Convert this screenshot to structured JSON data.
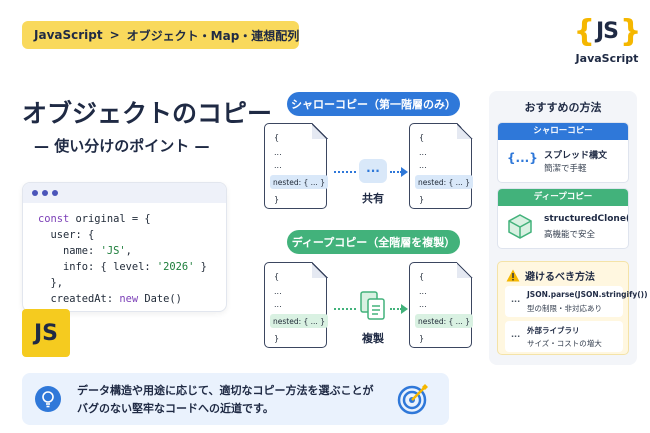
{
  "breadcrumb": {
    "root": "JavaScript",
    "separator": ">",
    "current": "オブジェクト・Map・連想配列"
  },
  "logo": {
    "glyph": "JS",
    "label": "JavaScript"
  },
  "title": "オブジェクトのコピー",
  "subtitle": "— 使い分けのポイント —",
  "code": {
    "lines": [
      {
        "kw": "const",
        "rest": " original = {"
      },
      {
        "text": "  user: {"
      },
      {
        "pre": "    name: ",
        "str": "'JS'",
        "post": ","
      },
      {
        "pre": "    info: { level: ",
        "str": "'2026'",
        "post": " }"
      },
      {
        "text": "  },"
      },
      {
        "pre": "  createdAt: ",
        "kw2": "new",
        "post2": " Date()"
      }
    ]
  },
  "js_badge": "JS",
  "shallow": {
    "label": "シャローコピー（第一階層のみ）",
    "doc_lines": [
      "{",
      "...",
      "..."
    ],
    "nested": "nested: { ... }",
    "close": "}",
    "share_icon": "...",
    "relation": "共有"
  },
  "deep": {
    "label": "ディープコピー（全階層を複製）",
    "doc_lines": [
      "{",
      "...",
      "..."
    ],
    "nested": "nested: { ... }",
    "close": "}",
    "relation": "複製"
  },
  "recommend": {
    "heading": "おすすめの方法",
    "shallow_card": {
      "header": "シャローコピー",
      "icon_text": "{...}",
      "title": "スプレッド構文",
      "desc": "簡潔で手軽"
    },
    "deep_card": {
      "header": "ディープコピー",
      "title": "structuredClone()",
      "desc": "高機能で安全"
    }
  },
  "avoid": {
    "heading": "避けるべき方法",
    "items": [
      {
        "bullet": "...",
        "title": "JSON.parse(JSON.stringify())",
        "desc": "型の制限・非対応あり"
      },
      {
        "bullet": "...",
        "title": "外部ライブラリ",
        "desc": "サイズ・コストの増大"
      }
    ]
  },
  "tip": {
    "line1": "データ構造や用途に応じて、適切なコピー方法を選ぶことが",
    "line2": "バグのない堅牢なコードへの近道です。"
  },
  "colors": {
    "accent_yellow": "#f9d95c",
    "blue": "#2f78d9",
    "green": "#42b27b",
    "navy": "#1f2a44"
  }
}
